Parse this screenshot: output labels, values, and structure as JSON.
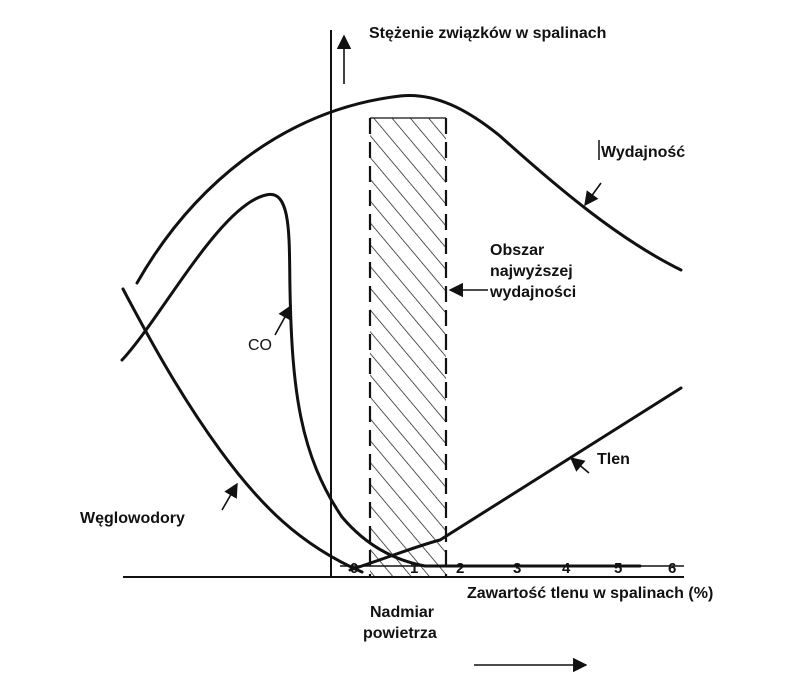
{
  "labels": {
    "y_axis": "Stężenie związków w spalinach",
    "efficiency": "Wydajność",
    "zone_line1": "Obszar",
    "zone_line2": "najwyższej",
    "zone_line3": "wydajności",
    "co": "CO",
    "oxygen": "Tlen",
    "hydrocarbons": "Węglowodory",
    "x_axis": "Zawartość tlenu w spalinach (%)",
    "excess_line1": "Nadmiar",
    "excess_line2": "powietrza"
  },
  "ticks": [
    "0",
    "1",
    "2",
    "3",
    "4",
    "5",
    "6"
  ],
  "colors": {
    "ink": "#111111",
    "background": "#ffffff"
  }
}
